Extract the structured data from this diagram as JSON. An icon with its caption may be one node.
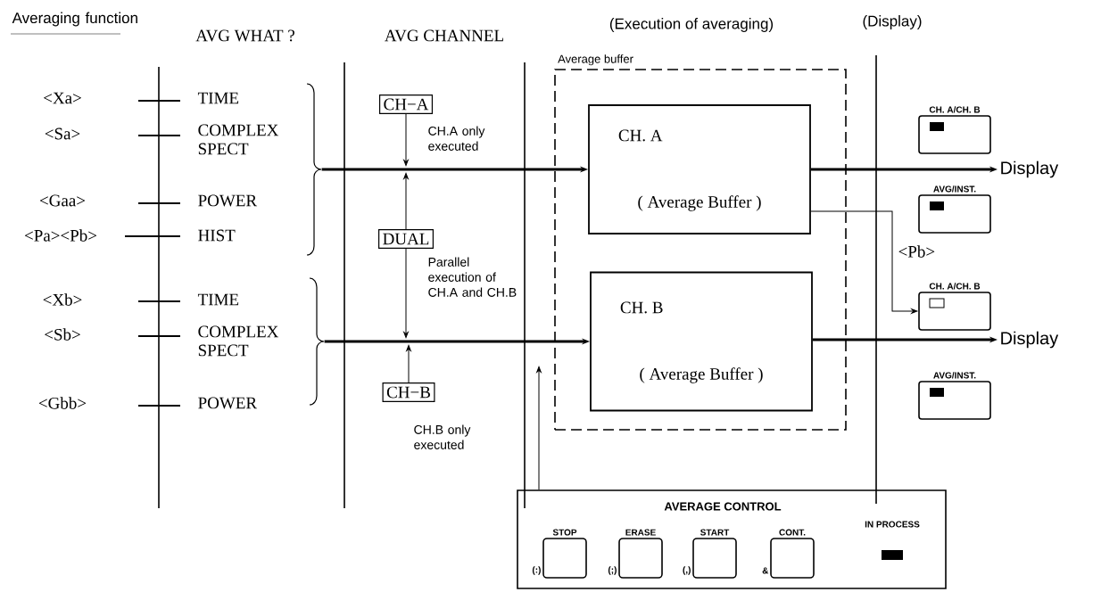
{
  "diagram": {
    "nodes": [
      {
        "text": [
          "CH−A"
        ]
      },
      {
        "text": [
          "DUAL"
        ]
      },
      {
        "text": [
          "CH−B"
        ]
      },
      {
        "text": [
          "Average buffer"
        ]
      },
      {
        "text": [
          "CH. A",
          "( Average Buffer )"
        ],
        "in": 3
      },
      {
        "text": [
          "CH. B",
          "( Average Buffer )"
        ],
        "in": 3
      },
      {
        "text": [
          "CH. A/CH. B"
        ]
      },
      {
        "text": [
          "AVG/INST."
        ]
      },
      {
        "text": [
          "CH. A/CH. B"
        ]
      },
      {
        "text": [
          "AVG/INST."
        ]
      },
      {
        "text": [
          "Display"
        ]
      },
      {
        "text": [
          "Display"
        ]
      },
      {
        "text": [
          "AVERAGE CONTROL"
        ]
      },
      {
        "text": [
          "STOP"
        ],
        "beside": [
          "(:)"
        ],
        "in": 12
      },
      {
        "text": [
          "ERASE"
        ],
        "beside": [
          "(;)"
        ],
        "in": 12
      },
      {
        "text": [
          "START"
        ],
        "beside": [
          "(,)"
        ],
        "in": 12
      },
      {
        "text": [
          "CONT."
        ],
        "beside": [
          "&"
        ],
        "in": 12
      },
      {
        "text": [
          "IN PROCESS"
        ],
        "in": 12
      },
      {
        "text": [],
        "shape": "brace"
      },
      {
        "text": [],
        "shape": "brace"
      }
    ],
    "edges": [
      {
        "from": 18,
        "to": 4,
        "arrow": "to",
        "style": "thick"
      },
      {
        "from": 19,
        "to": 5,
        "arrow": "to",
        "style": "thick"
      },
      {
        "from": 0,
        "to": null,
        "arrow": "to"
      },
      {
        "from": 1,
        "to": null,
        "arrow": "to"
      },
      {
        "from": 1,
        "to": null,
        "arrow": "to"
      },
      {
        "from": 2,
        "to": null,
        "arrow": "to"
      },
      {
        "from": 4,
        "to": 10,
        "arrow": "to",
        "style": "thick"
      },
      {
        "from": 4,
        "to": 8,
        "arrow": "to",
        "label": "<Pb>"
      },
      {
        "from": 5,
        "to": 11,
        "arrow": "to",
        "style": "thick"
      },
      {
        "from": 12,
        "to": null,
        "arrow": "to"
      }
    ],
    "labels": [
      "Averaging function",
      "AVG WHAT ?",
      "AVG CHANNEL",
      "(Execution of averaging)",
      "(Display)",
      "<Xa>",
      "TIME",
      "<Sa>",
      "COMPLEX SPECT",
      "<Gaa>",
      "POWER",
      "<Pa><Pb>",
      "HIST",
      "<Xb>",
      "TIME",
      "<Sb>",
      "COMPLEX SPECT",
      "<Gbb>",
      "POWER",
      "CH.A only executed",
      "Parallel execution of CH.A and CH.B",
      "CH.B only executed"
    ]
  }
}
